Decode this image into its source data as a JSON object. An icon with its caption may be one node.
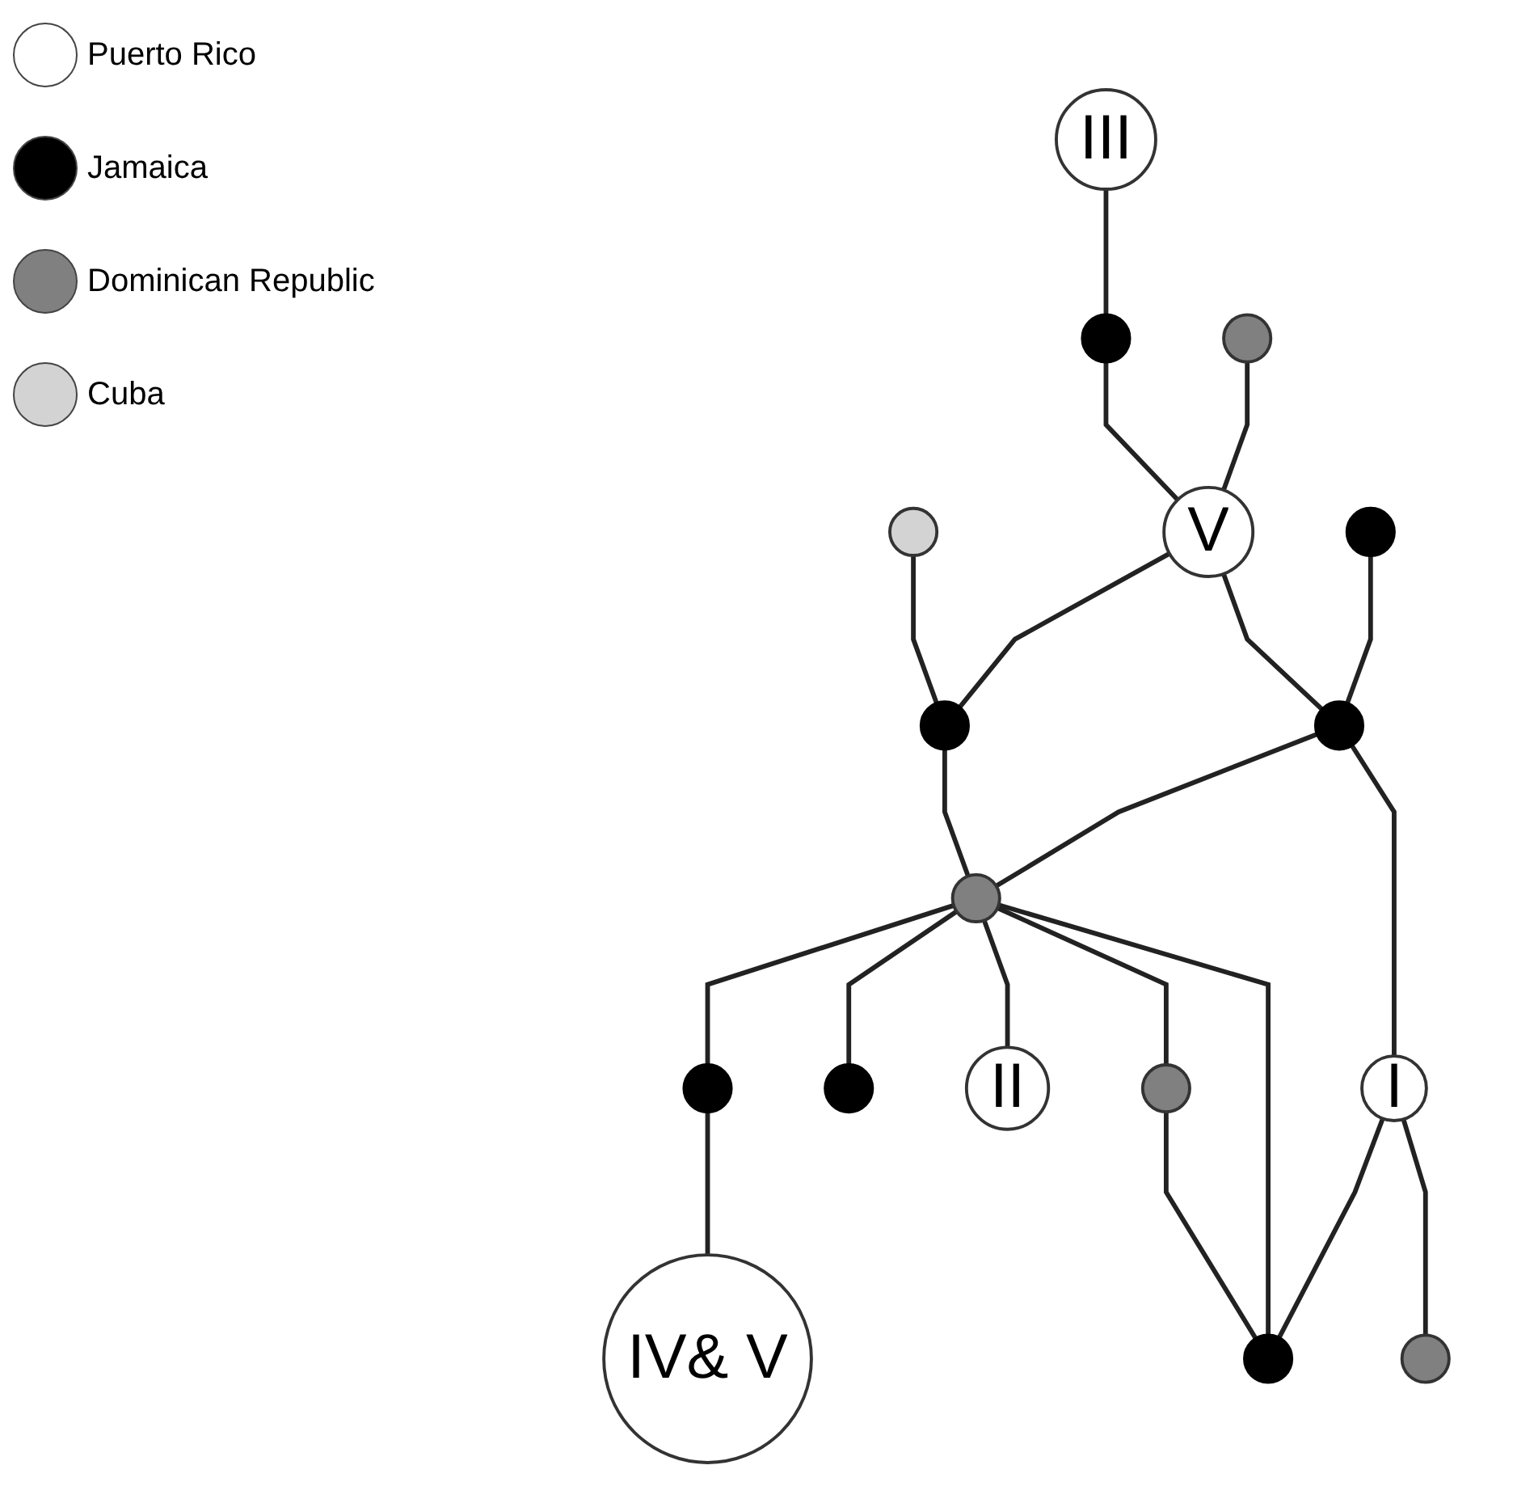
{
  "diagram": {
    "nodes": [
      {
        "text": [
          "III"
        ]
      },
      {
        "text": [],
        "shape": "circle"
      },
      {
        "text": [],
        "shape": "circle"
      },
      {
        "text": [
          "IV& V"
        ]
      },
      {
        "text": [],
        "shape": "circle"
      },
      {
        "text": [
          "V"
        ]
      },
      {
        "text": [],
        "shape": "circle"
      },
      {
        "text": [],
        "shape": "circle"
      },
      {
        "text": [],
        "shape": "circle"
      },
      {
        "text": [
          "II"
        ]
      },
      {
        "text": [],
        "shape": "circle"
      },
      {
        "text": [],
        "shape": "circle"
      },
      {
        "text": [],
        "shape": "circle"
      },
      {
        "text": [],
        "shape": "circle"
      },
      {
        "text": [
          "I"
        ]
      },
      {
        "text": [],
        "shape": "circle"
      },
      {
        "text": [],
        "shape": "circle"
      }
    ],
    "edges": [
      {
        "from": 0,
        "to": 1,
        "arrow": "none"
      },
      {
        "from": 1,
        "to": 5,
        "arrow": "none"
      },
      {
        "from": 4,
        "to": 5,
        "arrow": "none"
      },
      {
        "from": 5,
        "to": 6,
        "arrow": "none"
      },
      {
        "from": 2,
        "to": 6,
        "arrow": "none"
      },
      {
        "from": 6,
        "to": 12,
        "arrow": "none"
      },
      {
        "from": 5,
        "to": 11,
        "arrow": "none"
      },
      {
        "from": 10,
        "to": 11,
        "arrow": "none"
      },
      {
        "from": 11,
        "to": 12,
        "arrow": "none"
      },
      {
        "from": 12,
        "to": 7,
        "arrow": "none"
      },
      {
        "from": 7,
        "to": 3,
        "arrow": "none"
      },
      {
        "from": 12,
        "to": 8,
        "arrow": "none"
      },
      {
        "from": 12,
        "to": 9,
        "arrow": "none"
      },
      {
        "from": 12,
        "to": 13,
        "arrow": "none"
      },
      {
        "from": 12,
        "to": 15,
        "arrow": "none"
      },
      {
        "from": 13,
        "to": 15,
        "arrow": "none"
      },
      {
        "from": 11,
        "to": 14,
        "arrow": "none"
      },
      {
        "from": 14,
        "to": 15,
        "arrow": "none"
      },
      {
        "from": 14,
        "to": 16,
        "arrow": "none"
      }
    ],
    "legend": [
      {
        "text": "Puerto Rico",
        "color": "#ffffff"
      },
      {
        "text": "Jamaica",
        "color": "#000000"
      },
      {
        "text": "Dominican Republic",
        "color": "#808080"
      },
      {
        "text": "Cuba",
        "color": "#d3d3d3"
      }
    ]
  }
}
